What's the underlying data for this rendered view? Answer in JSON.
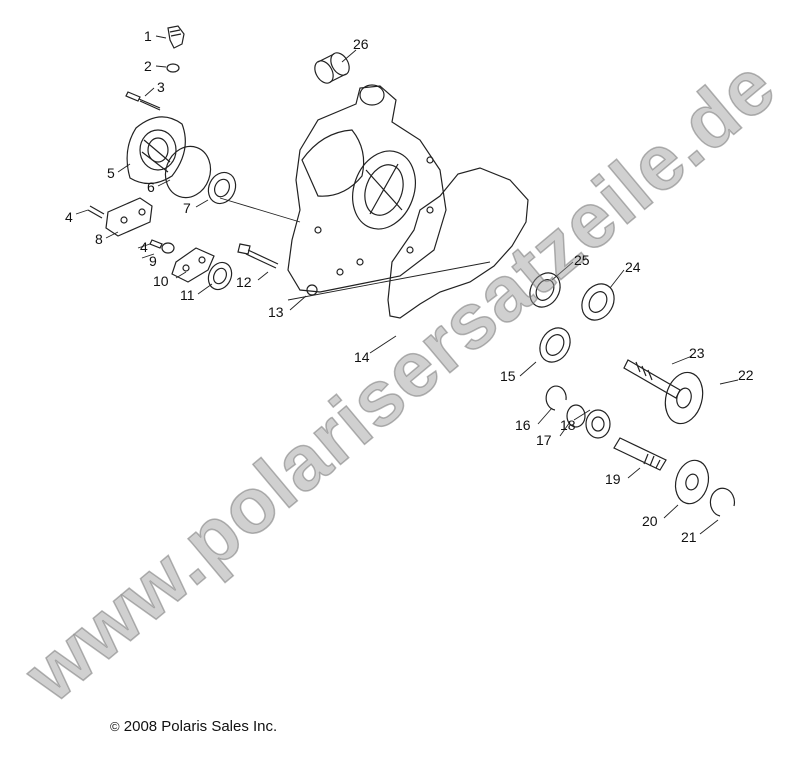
{
  "diagram": {
    "watermark": "www.polarisersatzeile.de",
    "copyright_symbol": "©",
    "copyright": "2008 Polaris Sales Inc.",
    "callouts": [
      "1",
      "2",
      "3",
      "4",
      "5",
      "6",
      "7",
      "8",
      "4",
      "9",
      "10",
      "11",
      "12",
      "13",
      "14",
      "15",
      "16",
      "17",
      "18",
      "19",
      "20",
      "21",
      "22",
      "23",
      "24",
      "25",
      "26"
    ]
  }
}
